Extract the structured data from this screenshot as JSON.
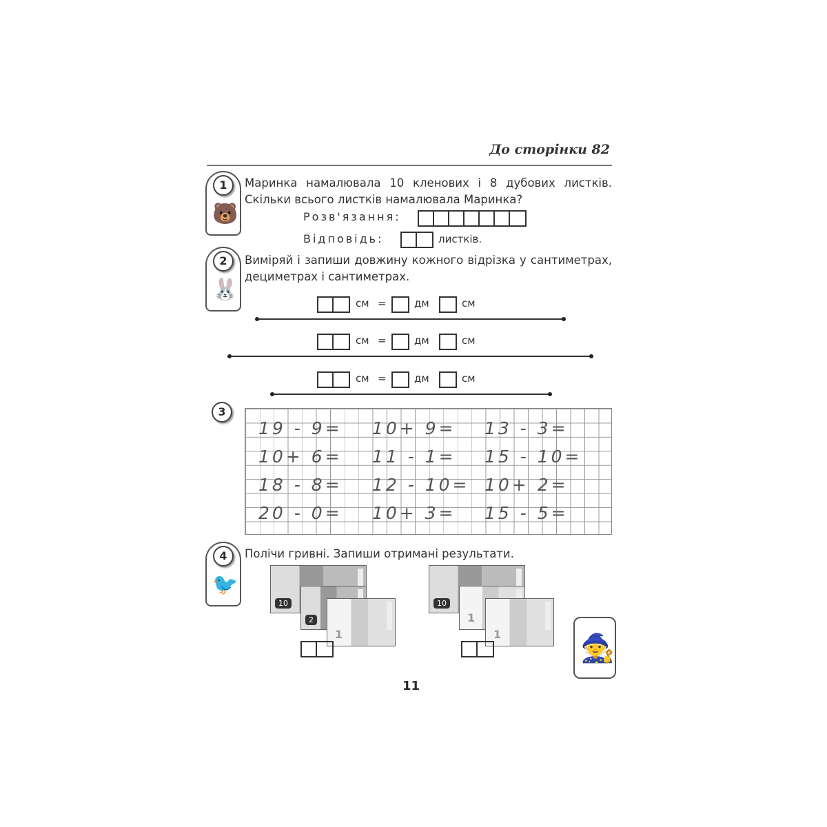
{
  "header": {
    "title": "До сторінки 82"
  },
  "task1": {
    "number": "1",
    "line1": "Маринка намалювала 10 кленових і 8 дубових листків.",
    "line2": "Скільки всього листків намалювала Маринка?",
    "solution_label": "Розв'язання:",
    "answer_label": "Відповідь:",
    "answer_unit": "листків."
  },
  "task2": {
    "number": "2",
    "line1": "Виміряй і запиши довжину кожного відрізка у сантиметрах,",
    "line2": "дециметрах і сантиметрах.",
    "cm": "см",
    "eq": "=",
    "dm": "дм"
  },
  "task3": {
    "number": "3",
    "rows": [
      [
        "19 - 9=",
        "10+ 9=",
        "13 - 3="
      ],
      [
        "10+ 6=",
        "11 - 1=",
        "15 - 10="
      ],
      [
        "18 - 8=",
        "12 - 10=",
        "10+ 2="
      ],
      [
        "20 - 0=",
        "10+ 3=",
        "15 - 5="
      ]
    ]
  },
  "task4": {
    "number": "4",
    "text": "Полічи гривні. Запиши отримані результати.",
    "group1": [
      "10",
      "2",
      "1"
    ],
    "group2": [
      "10",
      "1",
      "1"
    ]
  },
  "page_number": "11"
}
